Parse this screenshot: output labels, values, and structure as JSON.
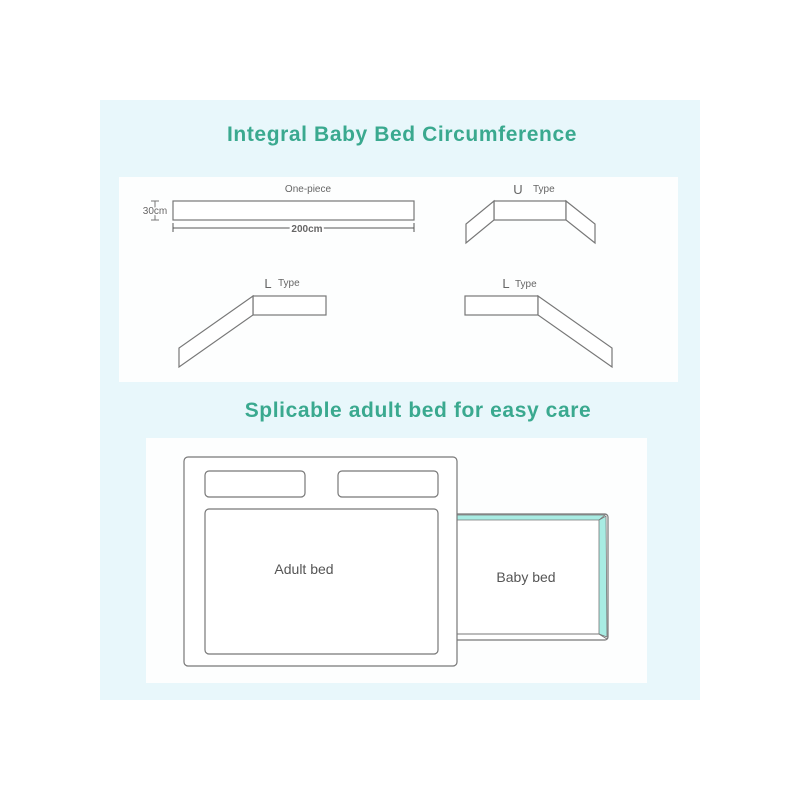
{
  "section1": {
    "title": "Integral Baby Bed Circumference",
    "one_piece": {
      "label": "One-piece",
      "height": "30cm",
      "length": "200cm"
    },
    "u_type": {
      "letter": "U",
      "label": "Type"
    },
    "l_type_left": {
      "letter": "L",
      "label": "Type"
    },
    "l_type_right": {
      "letter": "L",
      "label": "Type"
    }
  },
  "section2": {
    "title": "Splicable adult bed for easy care",
    "adult_bed": "Adult bed",
    "baby_bed": "Baby bed"
  },
  "colors": {
    "accent": "#3aa98f",
    "background": "#e8f7fb",
    "baby_bed_edge": "#a8ece3"
  }
}
